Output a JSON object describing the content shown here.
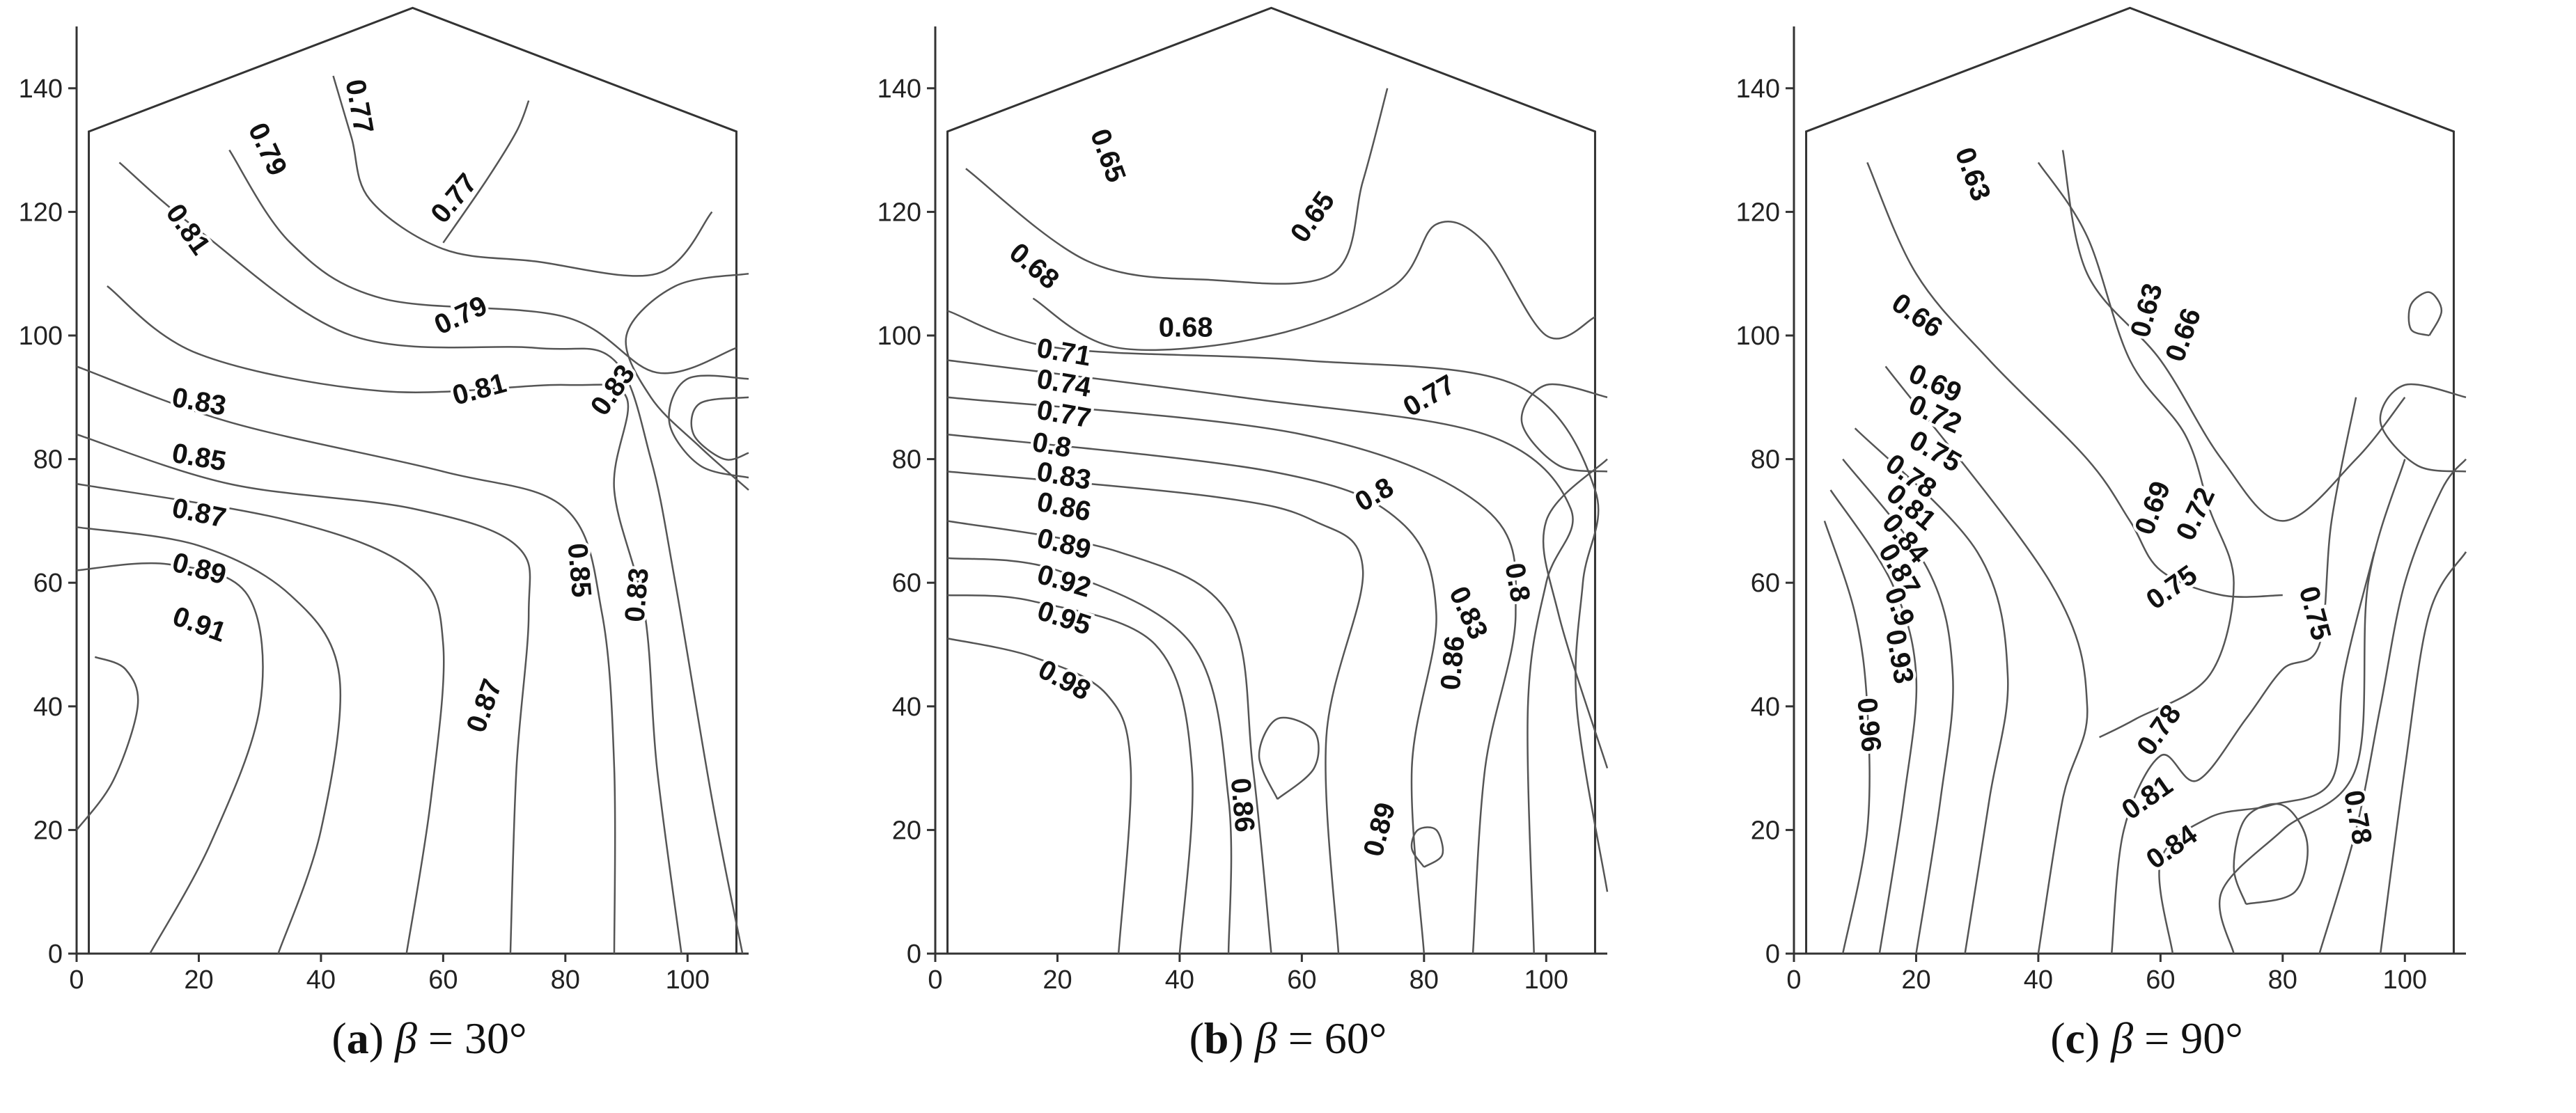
{
  "chart_data": [
    {
      "type": "contour",
      "caption": {
        "letter": "a",
        "symbol": "β",
        "text": " = 30°"
      },
      "xlim": [
        0,
        110
      ],
      "ylim": [
        0,
        150
      ],
      "xticks": [
        0,
        20,
        40,
        60,
        80,
        100
      ],
      "yticks": [
        0,
        20,
        40,
        60,
        80,
        100,
        120,
        140
      ],
      "contour_levels": [
        0.77,
        0.79,
        0.81,
        0.83,
        0.85,
        0.87,
        0.89,
        0.91
      ],
      "contour_labels": [
        {
          "text": "0.77",
          "x": 46,
          "y": 137,
          "angle": 80
        },
        {
          "text": "0.79",
          "x": 31,
          "y": 130,
          "angle": 65
        },
        {
          "text": "0.77",
          "x": 62,
          "y": 122,
          "angle": -50
        },
        {
          "text": "0.81",
          "x": 18,
          "y": 117,
          "angle": 55
        },
        {
          "text": "0.79",
          "x": 63,
          "y": 103,
          "angle": -25
        },
        {
          "text": "0.81",
          "x": 66,
          "y": 91,
          "angle": -15
        },
        {
          "text": "0.83",
          "x": 88,
          "y": 91,
          "angle": -55
        },
        {
          "text": "0.83",
          "x": 20,
          "y": 89,
          "angle": 10
        },
        {
          "text": "0.85",
          "x": 20,
          "y": 80,
          "angle": 10
        },
        {
          "text": "0.87",
          "x": 20,
          "y": 71,
          "angle": 12
        },
        {
          "text": "0.89",
          "x": 20,
          "y": 62,
          "angle": 15
        },
        {
          "text": "0.91",
          "x": 20,
          "y": 53,
          "angle": 20
        },
        {
          "text": "0.85",
          "x": 82,
          "y": 62,
          "angle": 85
        },
        {
          "text": "0.83",
          "x": 92,
          "y": 58,
          "angle": -85
        },
        {
          "text": "0.87",
          "x": 67,
          "y": 40,
          "angle": -70
        }
      ]
    },
    {
      "type": "contour",
      "caption": {
        "letter": "b",
        "symbol": "β",
        "text": " = 60°"
      },
      "xlim": [
        0,
        110
      ],
      "ylim": [
        0,
        150
      ],
      "xticks": [
        0,
        20,
        40,
        60,
        80,
        100
      ],
      "yticks": [
        0,
        20,
        40,
        60,
        80,
        100,
        120,
        140
      ],
      "contour_levels": [
        0.65,
        0.68,
        0.71,
        0.74,
        0.77,
        0.8,
        0.83,
        0.86,
        0.89,
        0.92,
        0.95,
        0.98
      ],
      "contour_labels": [
        {
          "text": "0.65",
          "x": 28,
          "y": 129,
          "angle": 70
        },
        {
          "text": "0.65",
          "x": 62,
          "y": 119,
          "angle": -55
        },
        {
          "text": "0.68",
          "x": 16,
          "y": 111,
          "angle": 40
        },
        {
          "text": "0.68",
          "x": 41,
          "y": 101,
          "angle": 0
        },
        {
          "text": "0.71",
          "x": 21,
          "y": 97,
          "angle": 10
        },
        {
          "text": "0.74",
          "x": 21,
          "y": 92,
          "angle": 10
        },
        {
          "text": "0.77",
          "x": 21,
          "y": 87,
          "angle": 10
        },
        {
          "text": "0.77",
          "x": 81,
          "y": 90,
          "angle": -30
        },
        {
          "text": "0.8",
          "x": 19,
          "y": 82,
          "angle": 10
        },
        {
          "text": "0.8",
          "x": 72,
          "y": 74,
          "angle": -30
        },
        {
          "text": "0.83",
          "x": 21,
          "y": 77,
          "angle": 10
        },
        {
          "text": "0.86",
          "x": 21,
          "y": 72,
          "angle": 12
        },
        {
          "text": "0.89",
          "x": 21,
          "y": 66,
          "angle": 14
        },
        {
          "text": "0.92",
          "x": 21,
          "y": 60,
          "angle": 16
        },
        {
          "text": "0.95",
          "x": 21,
          "y": 54,
          "angle": 18
        },
        {
          "text": "0.98",
          "x": 21,
          "y": 44,
          "angle": 28
        },
        {
          "text": "0.8",
          "x": 95,
          "y": 60,
          "angle": 80
        },
        {
          "text": "0.83",
          "x": 87,
          "y": 55,
          "angle": 65
        },
        {
          "text": "0.86",
          "x": 85,
          "y": 47,
          "angle": -85
        },
        {
          "text": "0.86",
          "x": 50,
          "y": 24,
          "angle": 85
        },
        {
          "text": "0.89",
          "x": 73,
          "y": 20,
          "angle": -75
        }
      ]
    },
    {
      "type": "contour",
      "caption": {
        "letter": "c",
        "symbol": "β",
        "text": " = 90°"
      },
      "xlim": [
        0,
        110
      ],
      "ylim": [
        0,
        150
      ],
      "xticks": [
        0,
        20,
        40,
        60,
        80,
        100
      ],
      "yticks": [
        0,
        20,
        40,
        60,
        80,
        100,
        120,
        140
      ],
      "contour_levels": [
        0.63,
        0.66,
        0.69,
        0.72,
        0.75,
        0.78,
        0.81,
        0.84,
        0.87,
        0.9,
        0.93,
        0.96
      ],
      "contour_labels": [
        {
          "text": "0.63",
          "x": 29,
          "y": 126,
          "angle": 70
        },
        {
          "text": "0.63",
          "x": 58,
          "y": 104,
          "angle": -75
        },
        {
          "text": "0.66",
          "x": 64,
          "y": 100,
          "angle": -70
        },
        {
          "text": "0.66",
          "x": 20,
          "y": 103,
          "angle": 35
        },
        {
          "text": "0.69",
          "x": 23,
          "y": 92,
          "angle": 25
        },
        {
          "text": "0.72",
          "x": 23,
          "y": 87,
          "angle": 25
        },
        {
          "text": "0.75",
          "x": 23,
          "y": 81,
          "angle": 30
        },
        {
          "text": "0.78",
          "x": 19,
          "y": 77,
          "angle": 35
        },
        {
          "text": "0.81",
          "x": 19,
          "y": 72,
          "angle": 40
        },
        {
          "text": "0.84",
          "x": 18,
          "y": 67,
          "angle": 50
        },
        {
          "text": "0.87",
          "x": 17,
          "y": 62,
          "angle": 60
        },
        {
          "text": "0.9",
          "x": 17,
          "y": 56,
          "angle": 70
        },
        {
          "text": "0.93",
          "x": 17,
          "y": 48,
          "angle": 80
        },
        {
          "text": "0.96",
          "x": 12,
          "y": 37,
          "angle": 85
        },
        {
          "text": "0.69",
          "x": 59,
          "y": 72,
          "angle": -70
        },
        {
          "text": "0.72",
          "x": 66,
          "y": 71,
          "angle": -65
        },
        {
          "text": "0.75",
          "x": 62,
          "y": 59,
          "angle": -35
        },
        {
          "text": "0.75",
          "x": 85,
          "y": 55,
          "angle": 75
        },
        {
          "text": "0.78",
          "x": 60,
          "y": 36,
          "angle": -55
        },
        {
          "text": "0.78",
          "x": 92,
          "y": 22,
          "angle": 80
        },
        {
          "text": "0.81",
          "x": 58,
          "y": 25,
          "angle": -35
        },
        {
          "text": "0.84",
          "x": 62,
          "y": 17,
          "angle": -35
        }
      ]
    }
  ]
}
